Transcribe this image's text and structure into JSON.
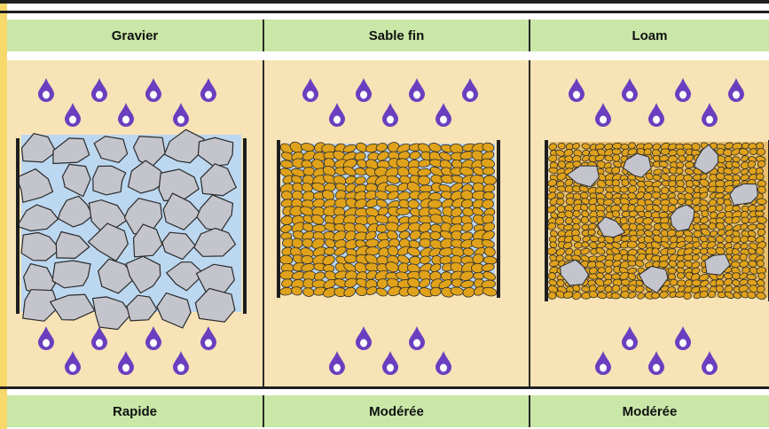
{
  "columns": [
    {
      "header": "Gravier",
      "footer": "Rapide"
    },
    {
      "header": "Sable fin",
      "footer": "Modérée"
    },
    {
      "header": "Loam",
      "footer": "Modérée"
    }
  ],
  "colors": {
    "header_bg": "#c9e7a6",
    "panel_bg": "#f7e3b6",
    "drop": "#6a3fbf",
    "gravel": "#c4c4cc",
    "sand": "#e0a21a",
    "water": "#bcd7f0"
  },
  "icons": [
    "water-drop-icon"
  ]
}
